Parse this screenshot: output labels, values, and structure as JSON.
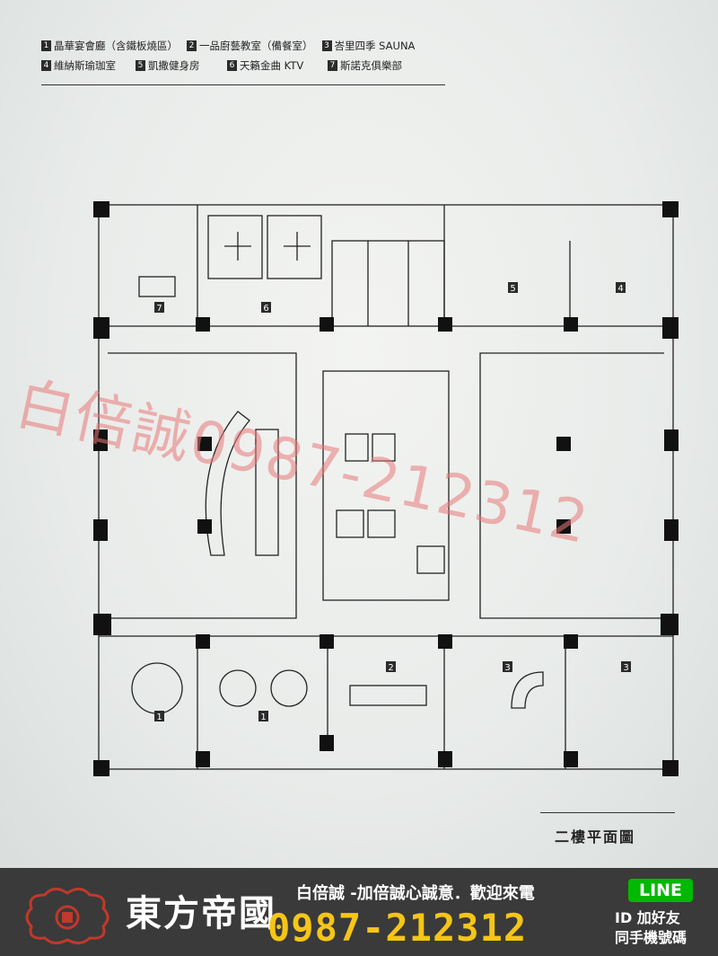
{
  "legend": {
    "row1": [
      {
        "num": "1",
        "label": "晶華宴會廳（含鐵板燒區）"
      },
      {
        "num": "2",
        "label": "一品廚藝教室（備餐室）"
      },
      {
        "num": "3",
        "label": "峇里四季 SAUNA"
      }
    ],
    "row2": [
      {
        "num": "4",
        "label": "維納斯瑜珈室"
      },
      {
        "num": "5",
        "label": "凱撒健身房"
      },
      {
        "num": "6",
        "label": "天籟金曲 KTV"
      },
      {
        "num": "7",
        "label": "斯諾克俱樂部"
      }
    ]
  },
  "plan_markers": [
    "7",
    "6",
    "5",
    "4",
    "1",
    "1",
    "2",
    "3",
    "3"
  ],
  "watermark": "白倍誠0987-212312",
  "plan_title": "二樓平面圖",
  "footer": {
    "brand": "東方帝國",
    "agent_line": "白倍誠 -加倍誠心誠意．歡迎來電",
    "phone": "0987-212312",
    "line_badge": "LINE",
    "line_text1": "ID 加好友",
    "line_text2": "同手機號碼"
  },
  "colors": {
    "footer_bg": "#3a3a3a",
    "phone": "#f5c518",
    "line_green": "#00b900",
    "logo_red": "#c0392b"
  }
}
